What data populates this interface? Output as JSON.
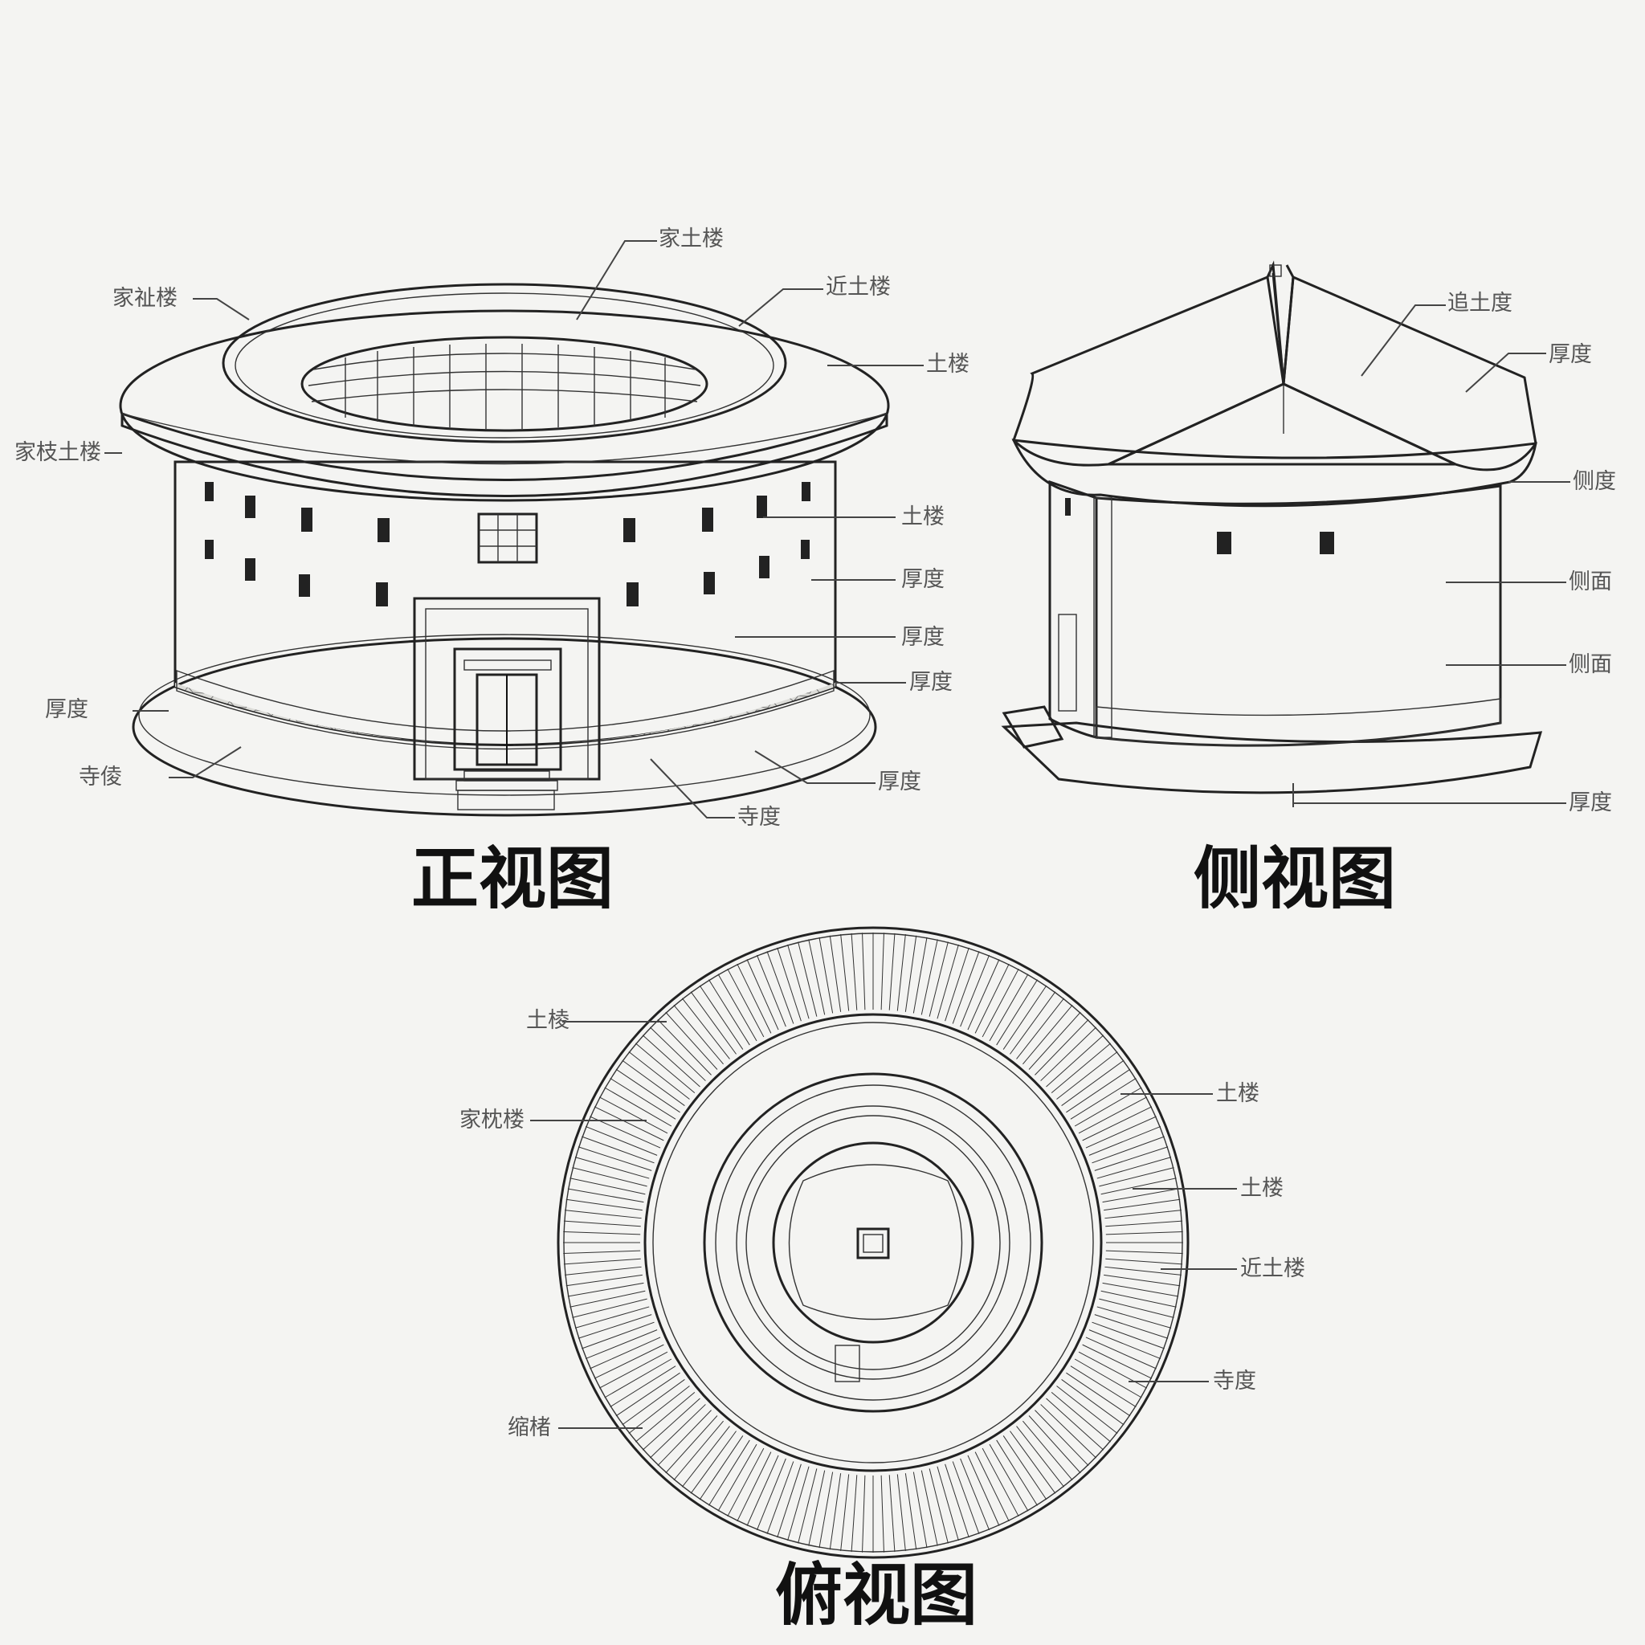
{
  "views": {
    "front": {
      "title": "正视图",
      "labels": [
        "家土楼",
        "家祉楼",
        "近土楼",
        "土楼",
        "家枝土楼",
        "土楼",
        "厚度",
        "厚度",
        "厚度",
        "厚度",
        "寺倰",
        "厚度",
        "寺度"
      ]
    },
    "side": {
      "title": "侧视图",
      "labels": [
        "追土度",
        "厚度",
        "侧度",
        "侧面",
        "侧面",
        "厚度"
      ]
    },
    "top": {
      "title": "俯视图",
      "labels": [
        "土棱",
        "家枕楼",
        "土楼",
        "土楼",
        "近土楼",
        "寺度",
        "缩楮"
      ]
    }
  },
  "colors": {
    "background": "#f4f4f2",
    "ink": "#222222",
    "label": "#555555",
    "door": "#3a2a20"
  }
}
